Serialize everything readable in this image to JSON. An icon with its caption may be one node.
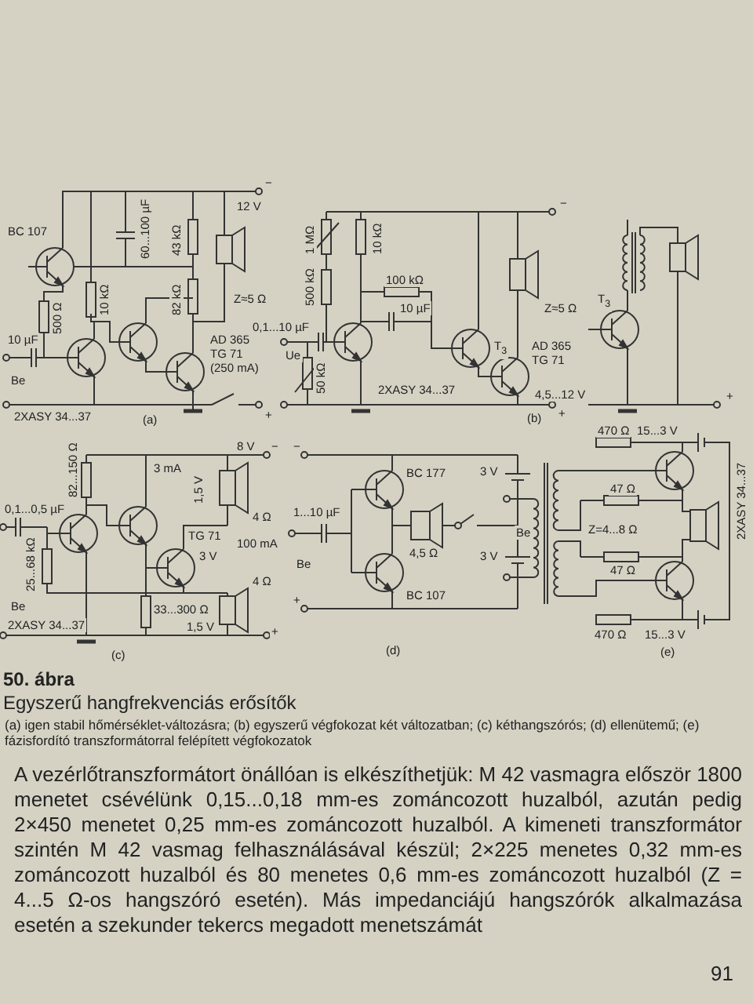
{
  "diagram": {
    "title": "50. ábra",
    "caption": "Egyszerű hangfrekvenciás erősítők",
    "labels": [
      "BC 107",
      "60...100 µF",
      "−",
      "12 V",
      "43 kΩ",
      "82 kΩ",
      "Z≈5 Ω",
      "500 Ω",
      "10 kΩ",
      "10 µF",
      "AD 365",
      "TG 71",
      "(250 mA)",
      "Be",
      "+",
      "2XASY 34...37",
      "(a)",
      "1 MΩ",
      "10 kΩ",
      "100 kΩ",
      "10 µF",
      "500 kΩ",
      "−",
      "Z≈5 Ω",
      "0,1...10 µF",
      "Ue",
      "T$_{3}$",
      "AD 365",
      "TG 71",
      "50 kΩ",
      "2XASY 34...37",
      "4,5...12 V",
      "+",
      "(b)",
      "T$_{3}$",
      "+",
      "82...150 Ω",
      "3 mA",
      "1,5 V",
      "8 V",
      "−",
      "0,1...0,5 µF",
      "TG 71",
      "4 Ω",
      "3 V",
      "100 mA",
      "25...68 kΩ",
      "Be",
      "4 Ω",
      "1,5 V",
      "33...300 Ω",
      "2XASY 34...37",
      "+",
      "(c)",
      "−",
      "BC 177",
      "3 V",
      "1...10 µF",
      "4,5 Ω",
      "3 V",
      "Be",
      "+",
      "BC 107",
      "(d)",
      "470 Ω",
      "15...3 V",
      "47 Ω",
      "Be",
      "Z=4...8 Ω",
      "47 Ω",
      "2XASY 34...37",
      "470 Ω",
      "15...3 V",
      "(e)",
      "(a) igen stabil hőmérséklet-változásra; (b) egyszerű végfokozat két változatban; (c) kéthangszórós; (d) ellenütemű; (e) fázisfordító transzformátorral felépített végfokozatok",
      "A vezérlőtranszformátort önállóan is elkészíthetjük: M 42 vasmagra először 1800 menetet csévélünk 0,15...0,18 mm-es zománcozott huzalból, azután pedig 2×450 menetet 0,25 mm-es zománcozott huzalból. A kimeneti transzformátor szintén M 42 vasmag felhasználásával készül; 2×225 menetes 0,32 mm-es zománcozott huzalból és 80 menetes 0,6 mm-es zománcozott huzalból (Z = 4...5 Ω-os hangszóró esetén). Más impedanciájú hangszórók alkalmazása esetén a szekunder tekercs megadott menetszámát",
      "91"
    ]
  }
}
